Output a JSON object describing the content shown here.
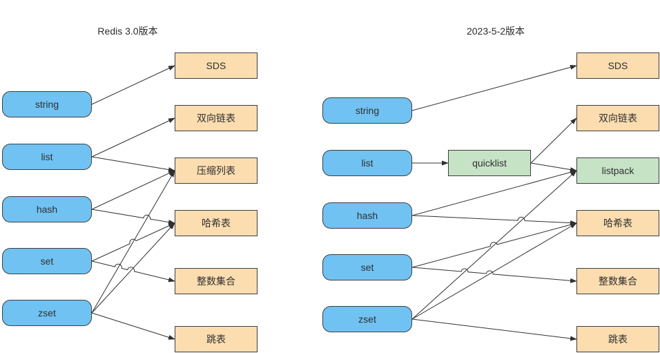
{
  "colors": {
    "type_fill": "#70C2F2",
    "structure_fill": "#FBDDB0",
    "new_fill": "#C6E3C6",
    "border": "#3d3d3d",
    "line": "#303030",
    "text": "#2f2f2f",
    "background": "#ffffff"
  },
  "panels": [
    {
      "id": "redis-3-0",
      "title": "Redis 3.0版本",
      "nodes": [
        {
          "id": "string",
          "label": "string",
          "kind": "type"
        },
        {
          "id": "list",
          "label": "list",
          "kind": "type"
        },
        {
          "id": "hash",
          "label": "hash",
          "kind": "type"
        },
        {
          "id": "set",
          "label": "set",
          "kind": "type"
        },
        {
          "id": "zset",
          "label": "zset",
          "kind": "type"
        },
        {
          "id": "sds",
          "label": "SDS",
          "kind": "structure"
        },
        {
          "id": "linkedlist",
          "label": "双向链表",
          "kind": "structure"
        },
        {
          "id": "ziplist",
          "label": "压缩列表",
          "kind": "structure"
        },
        {
          "id": "hashtable",
          "label": "哈希表",
          "kind": "structure"
        },
        {
          "id": "intset",
          "label": "整数集合",
          "kind": "structure"
        },
        {
          "id": "skiplist",
          "label": "跳表",
          "kind": "structure"
        }
      ],
      "edges": [
        {
          "from": "string",
          "to": "sds"
        },
        {
          "from": "list",
          "to": "linkedlist"
        },
        {
          "from": "list",
          "to": "ziplist"
        },
        {
          "from": "hash",
          "to": "ziplist"
        },
        {
          "from": "hash",
          "to": "hashtable"
        },
        {
          "from": "set",
          "to": "hashtable"
        },
        {
          "from": "set",
          "to": "intset"
        },
        {
          "from": "zset",
          "to": "ziplist"
        },
        {
          "from": "zset",
          "to": "hashtable"
        },
        {
          "from": "zset",
          "to": "skiplist"
        }
      ]
    },
    {
      "id": "v2023-5-2",
      "title": "2023-5-2版本",
      "nodes": [
        {
          "id": "string",
          "label": "string",
          "kind": "type"
        },
        {
          "id": "list",
          "label": "list",
          "kind": "type"
        },
        {
          "id": "hash",
          "label": "hash",
          "kind": "type"
        },
        {
          "id": "set",
          "label": "set",
          "kind": "type"
        },
        {
          "id": "zset",
          "label": "zset",
          "kind": "type"
        },
        {
          "id": "quicklist",
          "label": "quicklist",
          "kind": "new"
        },
        {
          "id": "sds",
          "label": "SDS",
          "kind": "structure"
        },
        {
          "id": "linkedlist",
          "label": "双向链表",
          "kind": "structure"
        },
        {
          "id": "listpack",
          "label": "listpack",
          "kind": "new"
        },
        {
          "id": "hashtable",
          "label": "哈希表",
          "kind": "structure"
        },
        {
          "id": "intset",
          "label": "整数集合",
          "kind": "structure"
        },
        {
          "id": "skiplist",
          "label": "跳表",
          "kind": "structure"
        }
      ],
      "edges": [
        {
          "from": "string",
          "to": "sds"
        },
        {
          "from": "list",
          "to": "quicklist"
        },
        {
          "from": "quicklist",
          "to": "linkedlist"
        },
        {
          "from": "quicklist",
          "to": "listpack"
        },
        {
          "from": "hash",
          "to": "listpack"
        },
        {
          "from": "hash",
          "to": "hashtable"
        },
        {
          "from": "set",
          "to": "hashtable"
        },
        {
          "from": "set",
          "to": "intset"
        },
        {
          "from": "zset",
          "to": "listpack"
        },
        {
          "from": "zset",
          "to": "hashtable"
        },
        {
          "from": "zset",
          "to": "skiplist"
        }
      ]
    }
  ]
}
